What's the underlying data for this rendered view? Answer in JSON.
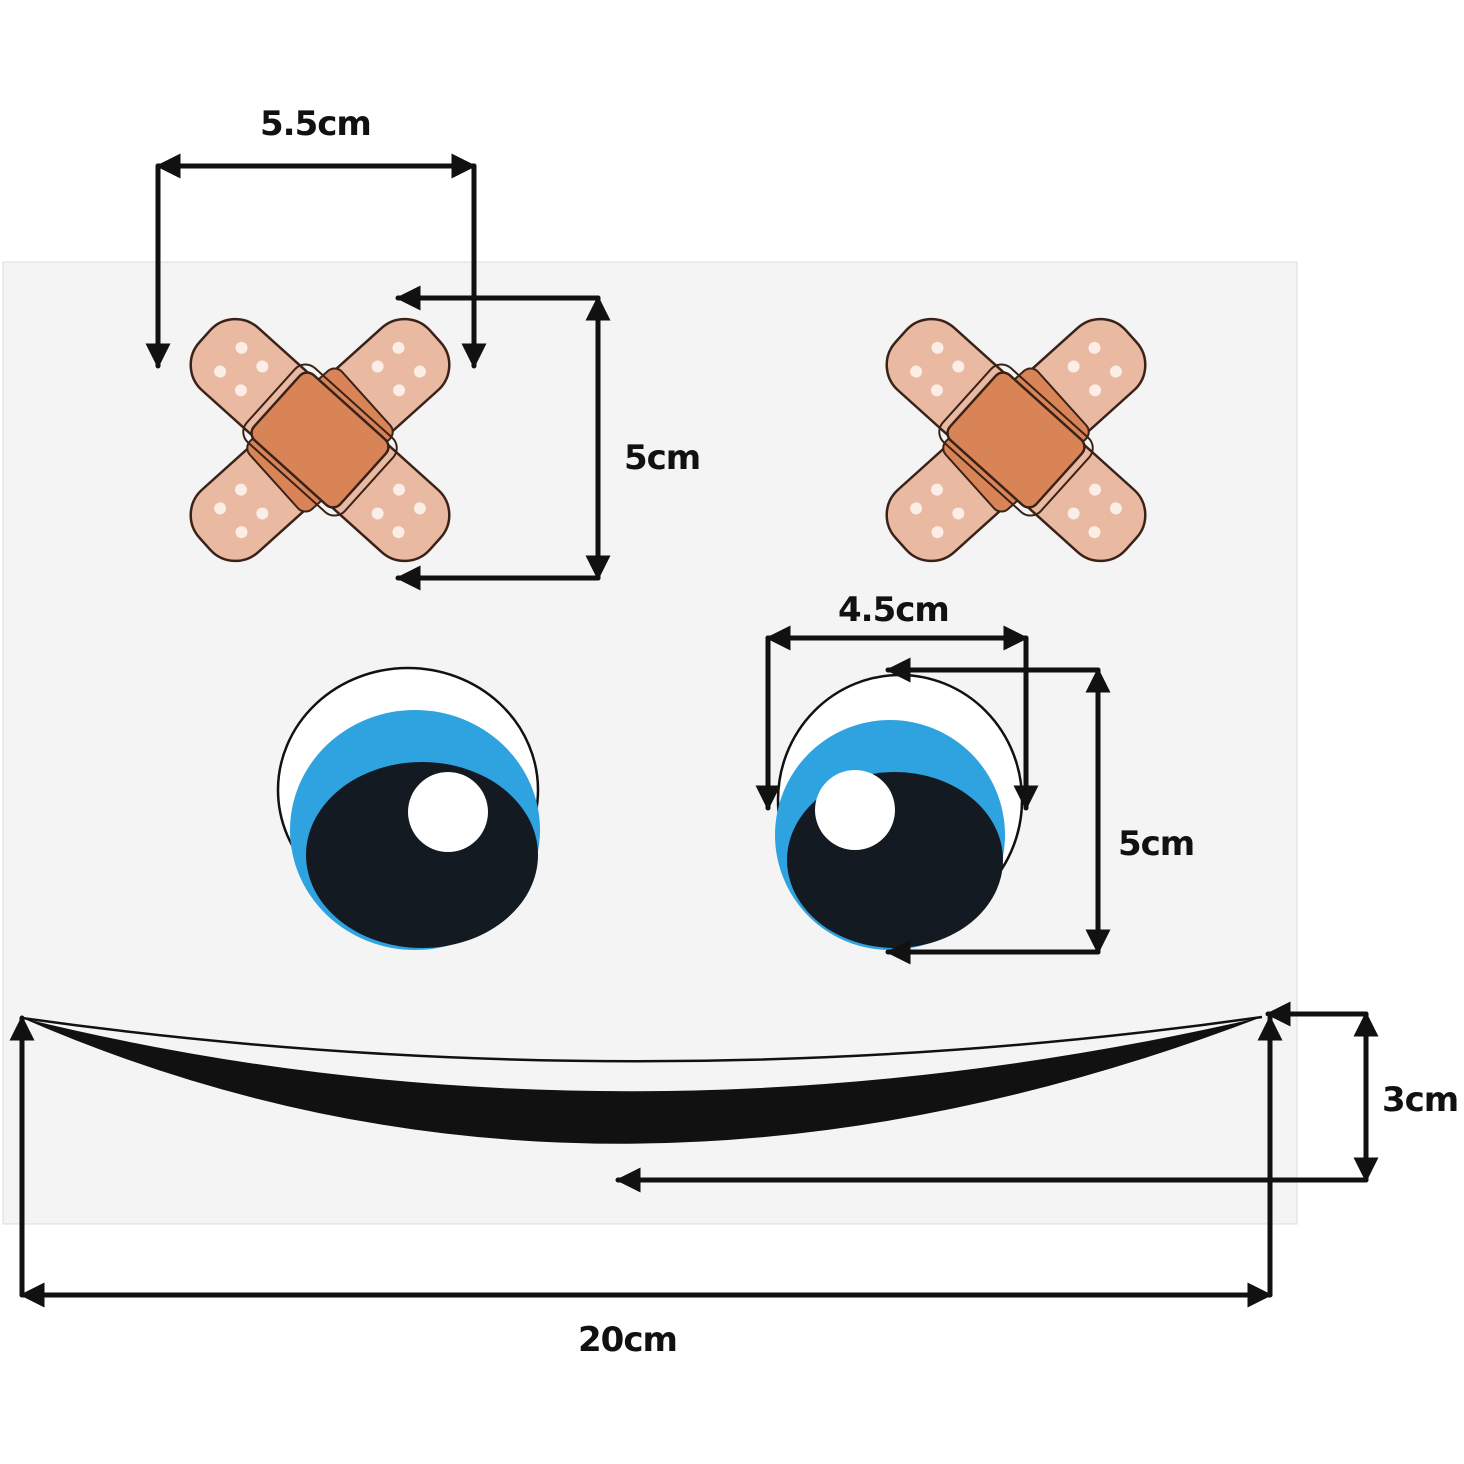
{
  "title": "",
  "colors": {
    "bandage_fill": "#e9b9a2",
    "bandage_pad": "#d88457",
    "bandage_dots": "#fbeee6",
    "bandage_outline": "#3a2218",
    "eye_blue": "#2ea3e0",
    "eye_pupil": "#141a22",
    "eye_highlight": "#ffffff",
    "mouth": "#111111",
    "sheet": "#f4f4f4",
    "dimension_line": "#111111"
  },
  "stickers": [
    {
      "kind": "bandage-cross",
      "icon": "bandage-cross-icon"
    },
    {
      "kind": "bandage-cross",
      "icon": "bandage-cross-icon"
    },
    {
      "kind": "cartoon-eye",
      "icon": "cartoon-eye-icon"
    },
    {
      "kind": "cartoon-eye",
      "icon": "cartoon-eye-icon"
    },
    {
      "kind": "smile-mouth",
      "icon": "smile-mouth-icon"
    }
  ],
  "dimensions": {
    "bandage_width": "5.5cm",
    "bandage_height": "5cm",
    "eye_width": "4.5cm",
    "eye_height": "5cm",
    "mouth_height": "3cm",
    "mouth_width": "20cm"
  }
}
